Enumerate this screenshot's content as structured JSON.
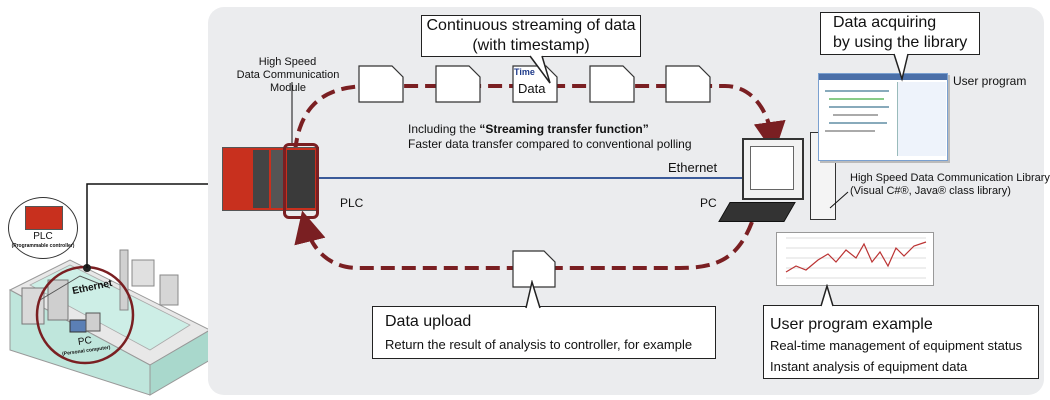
{
  "streaming_callout": {
    "line1": "Continuous streaming of data",
    "line2": "(with timestamp)"
  },
  "acquire_callout": {
    "line1": "Data acquiring",
    "line2": "by using the library"
  },
  "module_label": {
    "line1": "High Speed",
    "line2": "Data Communication Module"
  },
  "user_program_label": "User program",
  "streaming_note": {
    "prefix": "Including the ",
    "bold": "“Streaming transfer function”",
    "line2": "Faster data transfer compared to conventional polling"
  },
  "ethernet_label": "Ethernet",
  "plc_label": "PLC",
  "pc_label": "PC",
  "library_label": {
    "line1": "High Speed Data Communication Library",
    "line2": "(Visual C#®, Java® class library)"
  },
  "data_doc": {
    "time": "Time",
    "data": "Data"
  },
  "upload_callout": {
    "title": "Data upload",
    "desc": "Return the result of analysis to controller, for example"
  },
  "example_callout": {
    "title": "User program example",
    "item1": "Real-time management of equipment status",
    "item2": "Instant analysis of equipment data"
  },
  "factory": {
    "plc": "PLC",
    "plc_sub": "(Programmable controller)",
    "ethernet": "Ethernet",
    "pc": "PC",
    "pc_sub": "(Personal computer)"
  },
  "colors": {
    "panel": "#ebecee",
    "loop": "#7a1f22",
    "ethernet_line": "#3a5a99",
    "plc_red": "#c8301e",
    "floor": "#bfe6dc"
  }
}
